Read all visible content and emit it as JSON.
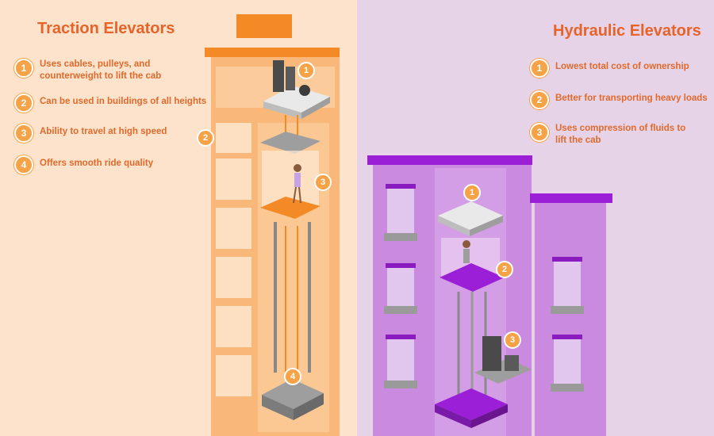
{
  "traction": {
    "title": "Traction Elevators",
    "features": [
      {
        "number": "1",
        "text": "Uses cables, pulleys, and counterweight to lift the cab"
      },
      {
        "number": "2",
        "text": "Can be used in buildings of all heights"
      },
      {
        "number": "3",
        "text": "Ability to travel at high speed"
      },
      {
        "number": "4",
        "text": "Offers smooth ride quality"
      }
    ],
    "markers": [
      "1",
      "2",
      "3",
      "4"
    ]
  },
  "hydraulic": {
    "title": "Hydraulic Elevators",
    "features": [
      {
        "number": "1",
        "text": "Lowest total cost of ownership"
      },
      {
        "number": "2",
        "text": "Better for transporting heavy loads"
      },
      {
        "number": "3",
        "text": "Uses compression of fluids to lift the cab"
      }
    ],
    "markers": [
      "1",
      "2",
      "3"
    ]
  },
  "colors": {
    "left_bg": "#fde3cb",
    "right_bg": "#e7d3e8",
    "accent_orange": "#e6632a",
    "badge_orange": "#f6a247",
    "building_orange": "#f9b87a",
    "building_purple": "#c98ae0",
    "roof_purple": "#9b1fd6"
  }
}
